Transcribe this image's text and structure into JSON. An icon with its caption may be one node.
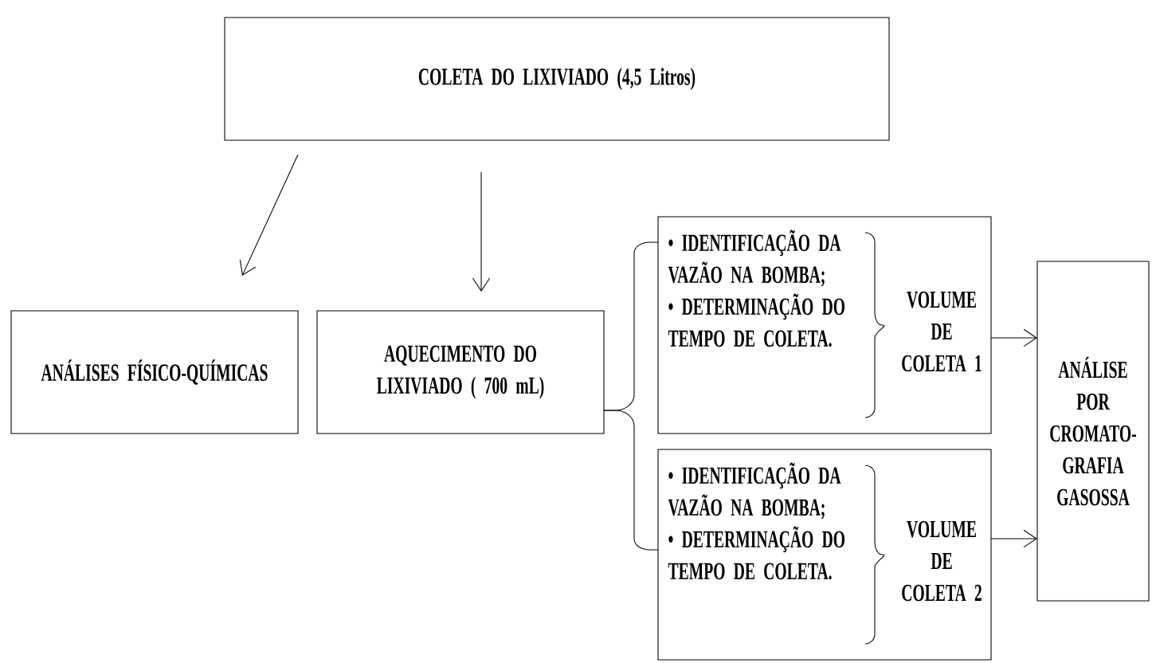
{
  "diagram": {
    "nodes": [
      {
        "text": [
          "COLETA DO LIXIVIADO (4,5 Litros)"
        ]
      },
      {
        "text": [
          "ANÁLISES FÍSICO-QUÍMICAS"
        ]
      },
      {
        "text": [
          "AQUECIMENTO DO LIXIVIADO ( 700 mL)"
        ]
      },
      {
        "text": [
          "• IDENTIFICAÇÃO DA VAZÃO NA BOMBA;",
          "• DETERMINAÇÃO DO TEMPO DE COLETA.",
          "VOLUME DE COLETA 1"
        ]
      },
      {
        "text": [
          "• IDENTIFICAÇÃO DA VAZÃO NA BOMBA;",
          "• DETERMINAÇÃO DO TEMPO DE COLETA.",
          "VOLUME DE COLETA 2"
        ]
      },
      {
        "text": [
          "ANÁLISE POR CROMATO- GRAFIA GASOSSA"
        ]
      }
    ],
    "edges": [
      {
        "from": 0,
        "to": 1,
        "arrow": "to"
      },
      {
        "from": 0,
        "to": 2,
        "arrow": "to"
      },
      {
        "from": 2,
        "to": 3,
        "arrow": "none"
      },
      {
        "from": 2,
        "to": 4,
        "arrow": "none"
      },
      {
        "from": 3,
        "to": 5,
        "arrow": "to"
      },
      {
        "from": 4,
        "to": 5,
        "arrow": "to"
      }
    ]
  }
}
